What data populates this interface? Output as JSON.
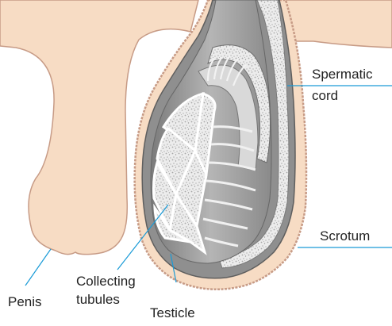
{
  "labels": {
    "spermatic_cord_line1": "Spermatic",
    "spermatic_cord_line2": "cord",
    "scrotum": "Scrotum",
    "collecting_line1": "Collecting",
    "collecting_line2": "tubules",
    "penis": "Penis",
    "testicle": "Testicle"
  },
  "colors": {
    "skin": "#f7dcc4",
    "skin_outline": "#c79b86",
    "tunica": "#8c8c8c",
    "dark_fill": "#9a9a9a",
    "light_fill": "#d4d4d4",
    "speckle": "#bdbdbd",
    "leader_line": "#1a9bd7"
  }
}
